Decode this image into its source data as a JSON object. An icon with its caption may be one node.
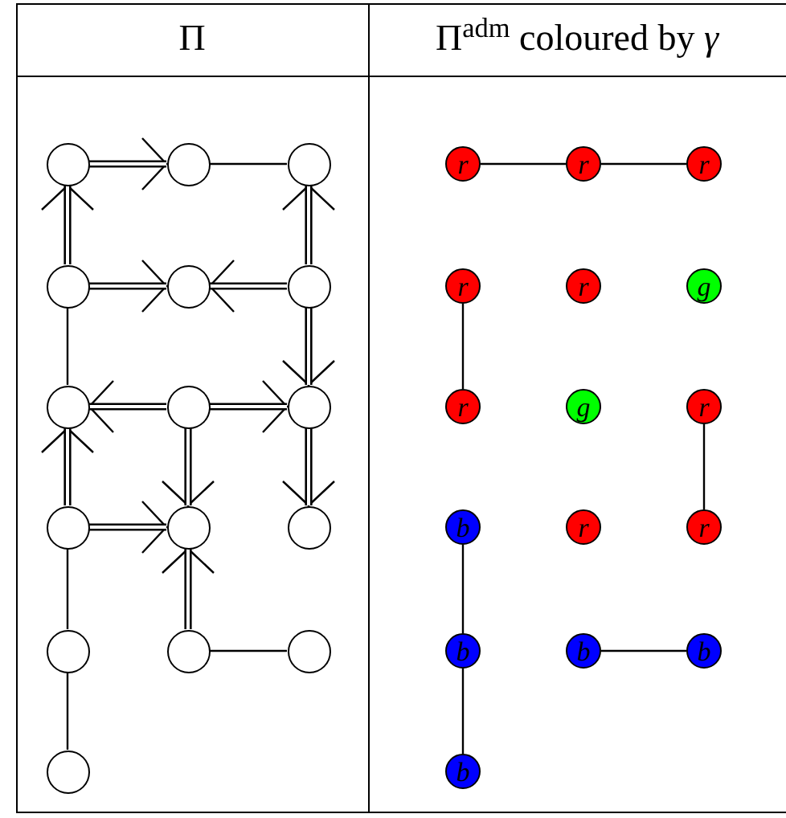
{
  "diagram": {
    "nodes": [
      {
        "text": [],
        "shape": "circle"
      },
      {
        "text": [],
        "shape": "circle"
      },
      {
        "text": [],
        "shape": "circle"
      },
      {
        "text": [],
        "shape": "circle"
      },
      {
        "text": [],
        "shape": "circle"
      },
      {
        "text": [],
        "shape": "circle"
      },
      {
        "text": [],
        "shape": "circle"
      },
      {
        "text": [],
        "shape": "circle"
      },
      {
        "text": [],
        "shape": "circle"
      },
      {
        "text": [],
        "shape": "circle"
      },
      {
        "text": [],
        "shape": "circle"
      },
      {
        "text": [],
        "shape": "circle"
      },
      {
        "text": [],
        "shape": "circle"
      },
      {
        "text": [],
        "shape": "circle"
      },
      {
        "text": [],
        "shape": "circle"
      },
      {
        "text": [],
        "shape": "circle"
      },
      {
        "text": [
          "r"
        ]
      },
      {
        "text": [
          "r"
        ]
      },
      {
        "text": [
          "r"
        ]
      },
      {
        "text": [
          "r"
        ]
      },
      {
        "text": [
          "r"
        ]
      },
      {
        "text": [
          "g"
        ]
      },
      {
        "text": [
          "r"
        ]
      },
      {
        "text": [
          "g"
        ]
      },
      {
        "text": [
          "r"
        ]
      },
      {
        "text": [
          "b"
        ]
      },
      {
        "text": [
          "r"
        ]
      },
      {
        "text": [
          "r"
        ]
      },
      {
        "text": [
          "b"
        ]
      },
      {
        "text": [
          "b"
        ]
      },
      {
        "text": [
          "b"
        ]
      },
      {
        "text": [
          "b"
        ]
      }
    ],
    "edges": [
      {
        "from": 0,
        "to": 1,
        "arrow": "to"
      },
      {
        "from": 1,
        "to": 2,
        "arrow": "none"
      },
      {
        "from": 3,
        "to": 0,
        "arrow": "to"
      },
      {
        "from": 5,
        "to": 2,
        "arrow": "to"
      },
      {
        "from": 3,
        "to": 4,
        "arrow": "to"
      },
      {
        "from": 5,
        "to": 4,
        "arrow": "to"
      },
      {
        "from": 5,
        "to": 8,
        "arrow": "to"
      },
      {
        "from": 3,
        "to": 6,
        "arrow": "none"
      },
      {
        "from": 7,
        "to": 6,
        "arrow": "to"
      },
      {
        "from": 7,
        "to": 8,
        "arrow": "to"
      },
      {
        "from": 9,
        "to": 6,
        "arrow": "to"
      },
      {
        "from": 7,
        "to": 10,
        "arrow": "to"
      },
      {
        "from": 8,
        "to": 11,
        "arrow": "to"
      },
      {
        "from": 9,
        "to": 10,
        "arrow": "to"
      },
      {
        "from": 13,
        "to": 10,
        "arrow": "to"
      },
      {
        "from": 13,
        "to": 14,
        "arrow": "none"
      },
      {
        "from": 9,
        "to": 12,
        "arrow": "none"
      },
      {
        "from": 12,
        "to": 15,
        "arrow": "none"
      },
      {
        "from": 16,
        "to": 17,
        "arrow": "none"
      },
      {
        "from": 17,
        "to": 18,
        "arrow": "none"
      },
      {
        "from": 19,
        "to": 22,
        "arrow": "none"
      },
      {
        "from": 24,
        "to": 27,
        "arrow": "none"
      },
      {
        "from": 25,
        "to": 28,
        "arrow": "none"
      },
      {
        "from": 29,
        "to": 30,
        "arrow": "none"
      },
      {
        "from": 28,
        "to": 31,
        "arrow": "none"
      }
    ],
    "labels": [
      "Π",
      "Π$^{adm}$ coloured by *γ*"
    ]
  }
}
